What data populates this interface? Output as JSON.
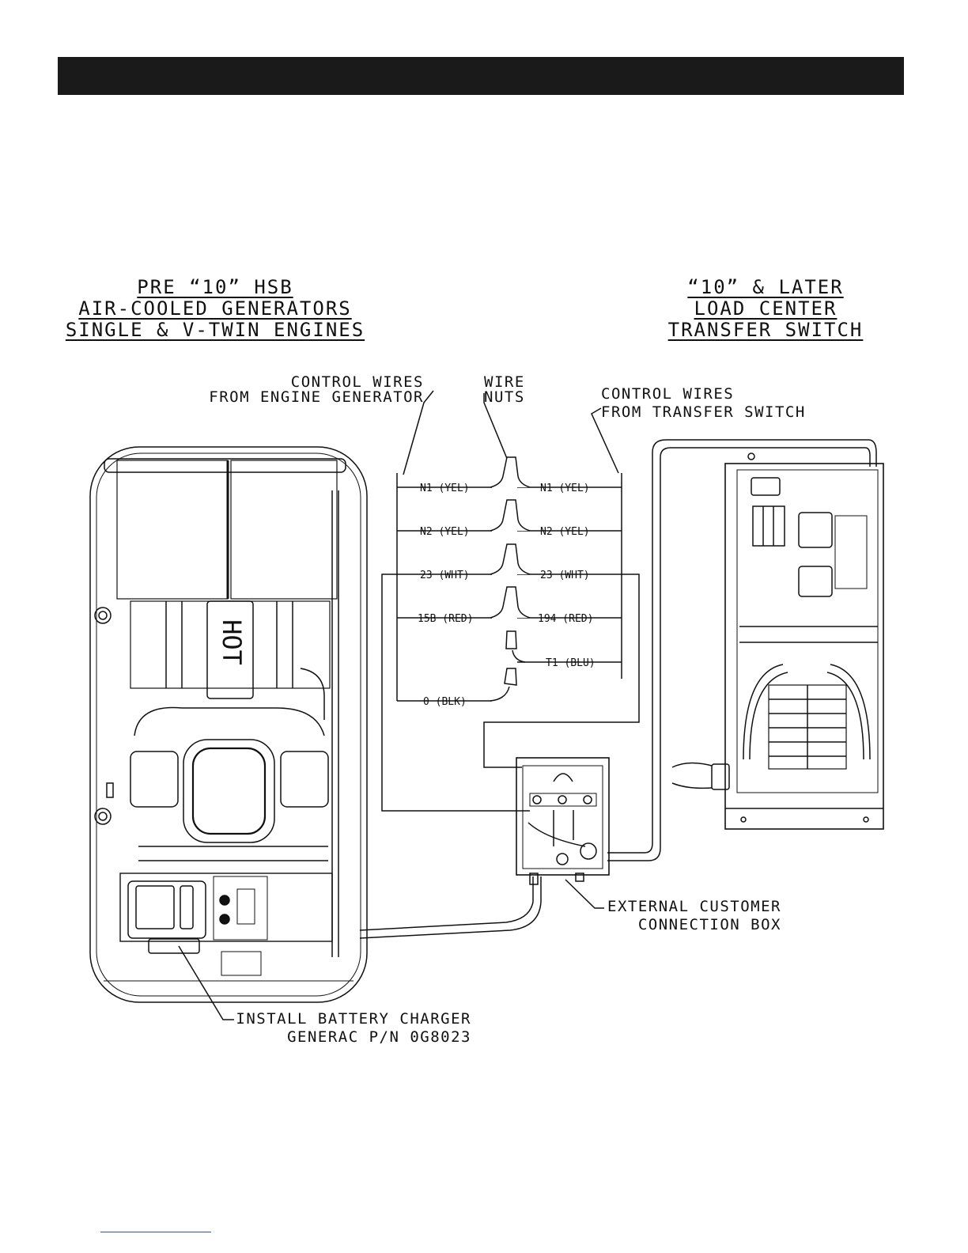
{
  "generator_title": [
    "PRE “10” HSB",
    "AIR-COOLED GENERATORS",
    "SINGLE & V-TWIN ENGINES"
  ],
  "transfer_switch_title": [
    "“10” & LATER",
    "LOAD CENTER",
    "TRANSFER SWITCH"
  ],
  "callouts": {
    "control_wires_engine": [
      "CONTROL WIRES",
      "FROM ENGINE GENERATOR"
    ],
    "wire_nuts": [
      "WIRE",
      "NUTS"
    ],
    "control_wires_transfer": [
      "CONTROL WIRES",
      "FROM TRANSFER SWITCH"
    ],
    "external_box": [
      "EXTERNAL CUSTOMER",
      "CONNECTION BOX"
    ],
    "battery_charger": [
      "INSTALL BATTERY CHARGER",
      "GENERAC P/N 0G8023"
    ]
  },
  "generator_hot_label": "HOT",
  "wires_engine_side": [
    "N1 (YEL)",
    "N2 (YEL)",
    "23 (WHT)",
    "15B (RED)",
    "0 (BLK)"
  ],
  "wires_transfer_side": [
    "N1 (YEL)",
    "N2 (YEL)",
    "23 (WHT)",
    "194 (RED)",
    "T1 (BLU)"
  ],
  "colors": {
    "header_bar": "#1a1a1a",
    "line": "#111111",
    "footer_rule": "#2f4fbf"
  }
}
